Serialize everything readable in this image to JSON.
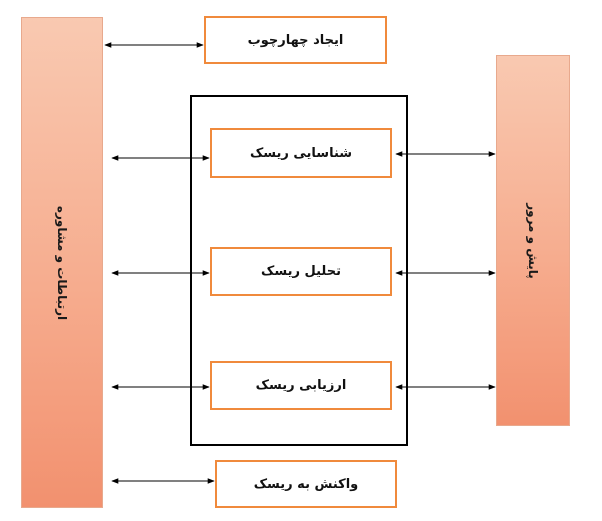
{
  "diagram": {
    "left_bar": {
      "label": "ارتباطات و مشاوره"
    },
    "right_bar": {
      "label": "پایش و مرور"
    },
    "boxes": {
      "framework": "ایجاد چهارچوب",
      "identification": "شناسایی ریسک",
      "analysis": "تحلیل ریسک",
      "evaluation": "ارزیابی ریسک",
      "treatment": "واکنش به ریسک"
    },
    "colors": {
      "box_border": "#f08a3c",
      "bar_fill_top": "#f9c9b1",
      "bar_fill_bottom": "#f2916f",
      "frame_border": "#000000",
      "arrow": "#000000"
    }
  }
}
